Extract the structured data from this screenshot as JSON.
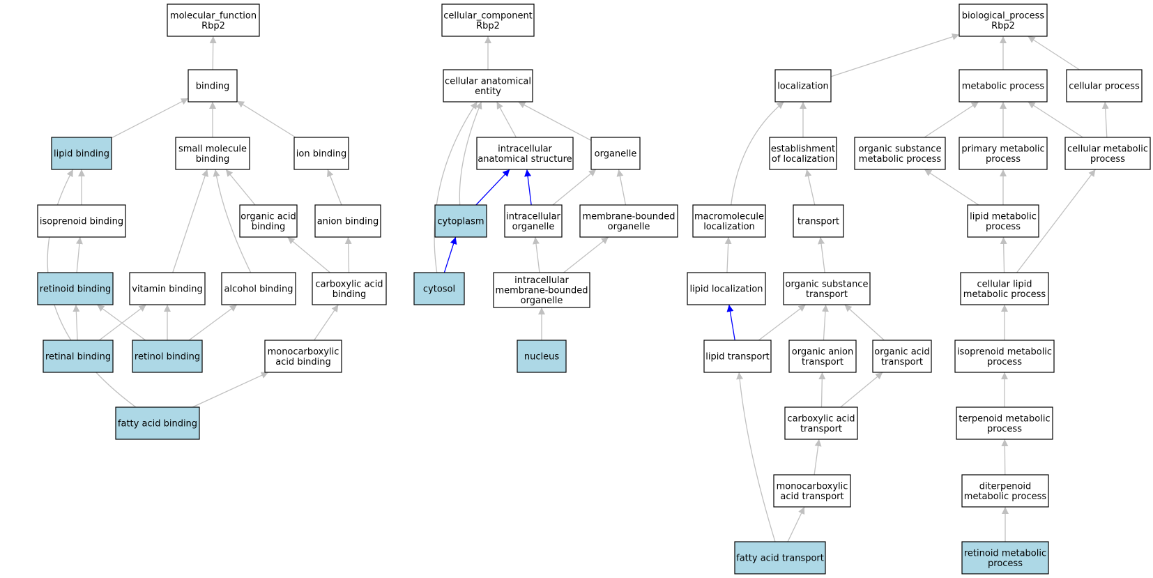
{
  "colors": {
    "annotated_fill": "#add8e6",
    "plain_fill": "#ffffff",
    "edge_gray": "#c0c0c0",
    "edge_blue": "#0000ff"
  },
  "nodes": [
    {
      "id": "mf_root",
      "lines": [
        "molecular_function",
        "Rbp2"
      ],
      "annotated": false
    },
    {
      "id": "binding",
      "lines": [
        "binding"
      ],
      "annotated": false
    },
    {
      "id": "lipid_binding",
      "lines": [
        "lipid binding"
      ],
      "annotated": true
    },
    {
      "id": "small_molecule_binding",
      "lines": [
        "small molecule",
        "binding"
      ],
      "annotated": false
    },
    {
      "id": "ion_binding",
      "lines": [
        "ion binding"
      ],
      "annotated": false
    },
    {
      "id": "isoprenoid_binding",
      "lines": [
        "isoprenoid binding"
      ],
      "annotated": false
    },
    {
      "id": "organic_acid_binding",
      "lines": [
        "organic acid",
        "binding"
      ],
      "annotated": false
    },
    {
      "id": "anion_binding",
      "lines": [
        "anion binding"
      ],
      "annotated": false
    },
    {
      "id": "retinoid_binding",
      "lines": [
        "retinoid binding"
      ],
      "annotated": true
    },
    {
      "id": "vitamin_binding",
      "lines": [
        "vitamin binding"
      ],
      "annotated": false
    },
    {
      "id": "alcohol_binding",
      "lines": [
        "alcohol binding"
      ],
      "annotated": false
    },
    {
      "id": "carboxylic_acid_binding",
      "lines": [
        "carboxylic acid",
        "binding"
      ],
      "annotated": false
    },
    {
      "id": "retinal_binding",
      "lines": [
        "retinal binding"
      ],
      "annotated": true
    },
    {
      "id": "retinol_binding",
      "lines": [
        "retinol binding"
      ],
      "annotated": true
    },
    {
      "id": "monocarboxylic_acid_binding",
      "lines": [
        "monocarboxylic",
        "acid binding"
      ],
      "annotated": false
    },
    {
      "id": "fatty_acid_binding",
      "lines": [
        "fatty acid binding"
      ],
      "annotated": true
    },
    {
      "id": "cc_root",
      "lines": [
        "cellular_component",
        "Rbp2"
      ],
      "annotated": false
    },
    {
      "id": "cellular_anatomical_entity",
      "lines": [
        "cellular anatomical",
        "entity"
      ],
      "annotated": false
    },
    {
      "id": "intracellular_anatomical_structure",
      "lines": [
        "intracellular",
        "anatomical structure"
      ],
      "annotated": false
    },
    {
      "id": "organelle",
      "lines": [
        "organelle"
      ],
      "annotated": false
    },
    {
      "id": "cytoplasm",
      "lines": [
        "cytoplasm"
      ],
      "annotated": true
    },
    {
      "id": "intracellular_organelle",
      "lines": [
        "intracellular",
        "organelle"
      ],
      "annotated": false
    },
    {
      "id": "membrane_bounded_organelle",
      "lines": [
        "membrane-bounded",
        "organelle"
      ],
      "annotated": false
    },
    {
      "id": "cytosol",
      "lines": [
        "cytosol"
      ],
      "annotated": true
    },
    {
      "id": "intracellular_membrane_bounded_organelle",
      "lines": [
        "intracellular",
        "membrane-bounded",
        "organelle"
      ],
      "annotated": false
    },
    {
      "id": "nucleus",
      "lines": [
        "nucleus"
      ],
      "annotated": true
    },
    {
      "id": "bp_root",
      "lines": [
        "biological_process",
        "Rbp2"
      ],
      "annotated": false
    },
    {
      "id": "localization",
      "lines": [
        "localization"
      ],
      "annotated": false
    },
    {
      "id": "metabolic_process",
      "lines": [
        "metabolic process"
      ],
      "annotated": false
    },
    {
      "id": "cellular_process",
      "lines": [
        "cellular process"
      ],
      "annotated": false
    },
    {
      "id": "establishment_of_localization",
      "lines": [
        "establishment",
        "of localization"
      ],
      "annotated": false
    },
    {
      "id": "organic_substance_metabolic_process",
      "lines": [
        "organic substance",
        "metabolic process"
      ],
      "annotated": false
    },
    {
      "id": "primary_metabolic_process",
      "lines": [
        "primary metabolic",
        "process"
      ],
      "annotated": false
    },
    {
      "id": "cellular_metabolic_process",
      "lines": [
        "cellular metabolic",
        "process"
      ],
      "annotated": false
    },
    {
      "id": "macromolecule_localization",
      "lines": [
        "macromolecule",
        "localization"
      ],
      "annotated": false
    },
    {
      "id": "transport",
      "lines": [
        "transport"
      ],
      "annotated": false
    },
    {
      "id": "lipid_metabolic_process",
      "lines": [
        "lipid metabolic",
        "process"
      ],
      "annotated": false
    },
    {
      "id": "lipid_localization",
      "lines": [
        "lipid localization"
      ],
      "annotated": false
    },
    {
      "id": "organic_substance_transport",
      "lines": [
        "organic substance",
        "transport"
      ],
      "annotated": false
    },
    {
      "id": "cellular_lipid_metabolic_process",
      "lines": [
        "cellular lipid",
        "metabolic process"
      ],
      "annotated": false
    },
    {
      "id": "lipid_transport",
      "lines": [
        "lipid transport"
      ],
      "annotated": false
    },
    {
      "id": "organic_anion_transport",
      "lines": [
        "organic anion",
        "transport"
      ],
      "annotated": false
    },
    {
      "id": "organic_acid_transport",
      "lines": [
        "organic acid",
        "transport"
      ],
      "annotated": false
    },
    {
      "id": "isoprenoid_metabolic_process",
      "lines": [
        "isoprenoid metabolic",
        "process"
      ],
      "annotated": false
    },
    {
      "id": "carboxylic_acid_transport",
      "lines": [
        "carboxylic acid",
        "transport"
      ],
      "annotated": false
    },
    {
      "id": "terpenoid_metabolic_process",
      "lines": [
        "terpenoid metabolic",
        "process"
      ],
      "annotated": false
    },
    {
      "id": "monocarboxylic_acid_transport",
      "lines": [
        "monocarboxylic",
        "acid transport"
      ],
      "annotated": false
    },
    {
      "id": "diterpenoid_metabolic_process",
      "lines": [
        "diterpenoid",
        "metabolic process"
      ],
      "annotated": false
    },
    {
      "id": "fatty_acid_transport",
      "lines": [
        "fatty acid transport"
      ],
      "annotated": true
    },
    {
      "id": "retinoid_metabolic_process",
      "lines": [
        "retinoid metabolic",
        "process"
      ],
      "annotated": true
    }
  ],
  "edges": [
    {
      "from": "binding",
      "to": "mf_root",
      "color": "gray"
    },
    {
      "from": "lipid_binding",
      "to": "binding",
      "color": "gray"
    },
    {
      "from": "small_molecule_binding",
      "to": "binding",
      "color": "gray"
    },
    {
      "from": "ion_binding",
      "to": "binding",
      "color": "gray"
    },
    {
      "from": "isoprenoid_binding",
      "to": "lipid_binding",
      "color": "gray"
    },
    {
      "from": "organic_acid_binding",
      "to": "small_molecule_binding",
      "color": "gray"
    },
    {
      "from": "vitamin_binding",
      "to": "small_molecule_binding",
      "color": "gray"
    },
    {
      "from": "alcohol_binding",
      "to": "small_molecule_binding",
      "color": "gray"
    },
    {
      "from": "anion_binding",
      "to": "ion_binding",
      "color": "gray"
    },
    {
      "from": "retinoid_binding",
      "to": "isoprenoid_binding",
      "color": "gray"
    },
    {
      "from": "carboxylic_acid_binding",
      "to": "organic_acid_binding",
      "color": "gray"
    },
    {
      "from": "carboxylic_acid_binding",
      "to": "anion_binding",
      "color": "gray"
    },
    {
      "from": "retinal_binding",
      "to": "retinoid_binding",
      "color": "gray"
    },
    {
      "from": "retinal_binding",
      "to": "vitamin_binding",
      "color": "gray"
    },
    {
      "from": "retinol_binding",
      "to": "retinoid_binding",
      "color": "gray"
    },
    {
      "from": "retinol_binding",
      "to": "vitamin_binding",
      "color": "gray"
    },
    {
      "from": "retinol_binding",
      "to": "alcohol_binding",
      "color": "gray"
    },
    {
      "from": "monocarboxylic_acid_binding",
      "to": "carboxylic_acid_binding",
      "color": "gray"
    },
    {
      "from": "fatty_acid_binding",
      "to": "monocarboxylic_acid_binding",
      "color": "gray"
    },
    {
      "from": "fatty_acid_binding",
      "to": "lipid_binding",
      "color": "gray"
    },
    {
      "from": "cellular_anatomical_entity",
      "to": "cc_root",
      "color": "gray"
    },
    {
      "from": "intracellular_anatomical_structure",
      "to": "cellular_anatomical_entity",
      "color": "gray"
    },
    {
      "from": "organelle",
      "to": "cellular_anatomical_entity",
      "color": "gray"
    },
    {
      "from": "cytoplasm",
      "to": "cellular_anatomical_entity",
      "color": "gray"
    },
    {
      "from": "cytosol",
      "to": "cellular_anatomical_entity",
      "color": "gray"
    },
    {
      "from": "cytoplasm",
      "to": "intracellular_anatomical_structure",
      "color": "blue"
    },
    {
      "from": "intracellular_organelle",
      "to": "intracellular_anatomical_structure",
      "color": "blue"
    },
    {
      "from": "intracellular_organelle",
      "to": "organelle",
      "color": "gray"
    },
    {
      "from": "membrane_bounded_organelle",
      "to": "organelle",
      "color": "gray"
    },
    {
      "from": "cytosol",
      "to": "cytoplasm",
      "color": "blue"
    },
    {
      "from": "intracellular_membrane_bounded_organelle",
      "to": "intracellular_organelle",
      "color": "gray"
    },
    {
      "from": "intracellular_membrane_bounded_organelle",
      "to": "membrane_bounded_organelle",
      "color": "gray"
    },
    {
      "from": "nucleus",
      "to": "intracellular_membrane_bounded_organelle",
      "color": "gray"
    },
    {
      "from": "localization",
      "to": "bp_root",
      "color": "gray"
    },
    {
      "from": "metabolic_process",
      "to": "bp_root",
      "color": "gray"
    },
    {
      "from": "cellular_process",
      "to": "bp_root",
      "color": "gray"
    },
    {
      "from": "establishment_of_localization",
      "to": "localization",
      "color": "gray"
    },
    {
      "from": "macromolecule_localization",
      "to": "localization",
      "color": "gray"
    },
    {
      "from": "organic_substance_metabolic_process",
      "to": "metabolic_process",
      "color": "gray"
    },
    {
      "from": "primary_metabolic_process",
      "to": "metabolic_process",
      "color": "gray"
    },
    {
      "from": "cellular_metabolic_process",
      "to": "metabolic_process",
      "color": "gray"
    },
    {
      "from": "cellular_metabolic_process",
      "to": "cellular_process",
      "color": "gray"
    },
    {
      "from": "transport",
      "to": "establishment_of_localization",
      "color": "gray"
    },
    {
      "from": "lipid_metabolic_process",
      "to": "organic_substance_metabolic_process",
      "color": "gray"
    },
    {
      "from": "lipid_metabolic_process",
      "to": "primary_metabolic_process",
      "color": "gray"
    },
    {
      "from": "lipid_localization",
      "to": "macromolecule_localization",
      "color": "gray"
    },
    {
      "from": "organic_substance_transport",
      "to": "transport",
      "color": "gray"
    },
    {
      "from": "cellular_lipid_metabolic_process",
      "to": "lipid_metabolic_process",
      "color": "gray"
    },
    {
      "from": "cellular_lipid_metabolic_process",
      "to": "cellular_metabolic_process",
      "color": "gray"
    },
    {
      "from": "lipid_transport",
      "to": "lipid_localization",
      "color": "blue"
    },
    {
      "from": "lipid_transport",
      "to": "organic_substance_transport",
      "color": "gray"
    },
    {
      "from": "organic_anion_transport",
      "to": "organic_substance_transport",
      "color": "gray"
    },
    {
      "from": "organic_acid_transport",
      "to": "organic_substance_transport",
      "color": "gray"
    },
    {
      "from": "isoprenoid_metabolic_process",
      "to": "cellular_lipid_metabolic_process",
      "color": "gray"
    },
    {
      "from": "carboxylic_acid_transport",
      "to": "organic_anion_transport",
      "color": "gray"
    },
    {
      "from": "carboxylic_acid_transport",
      "to": "organic_acid_transport",
      "color": "gray"
    },
    {
      "from": "terpenoid_metabolic_process",
      "to": "isoprenoid_metabolic_process",
      "color": "gray"
    },
    {
      "from": "monocarboxylic_acid_transport",
      "to": "carboxylic_acid_transport",
      "color": "gray"
    },
    {
      "from": "diterpenoid_metabolic_process",
      "to": "terpenoid_metabolic_process",
      "color": "gray"
    },
    {
      "from": "fatty_acid_transport",
      "to": "monocarboxylic_acid_transport",
      "color": "gray"
    },
    {
      "from": "fatty_acid_transport",
      "to": "lipid_transport",
      "color": "gray"
    },
    {
      "from": "retinoid_metabolic_process",
      "to": "diterpenoid_metabolic_process",
      "color": "gray"
    }
  ]
}
